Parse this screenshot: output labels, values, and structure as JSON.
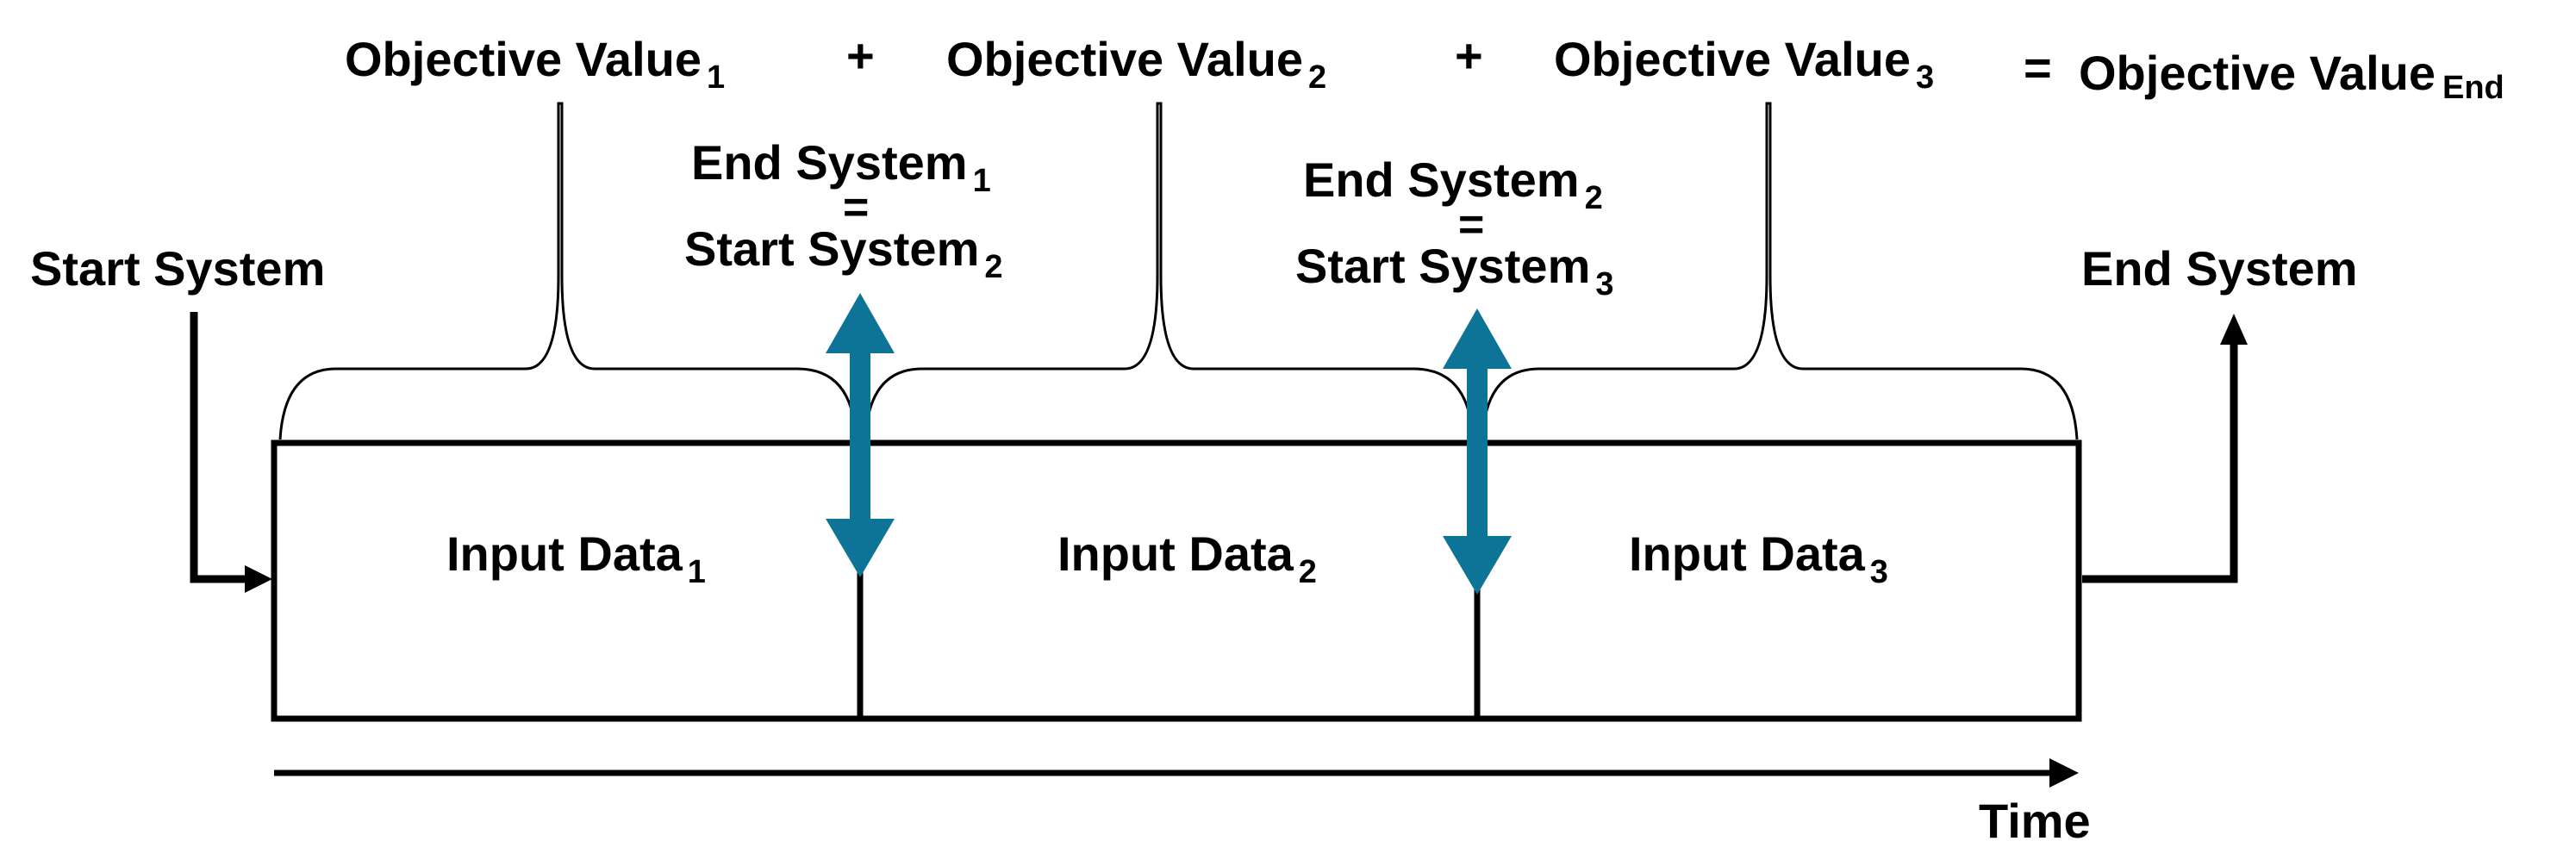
{
  "objective": {
    "term_1": {
      "text": "Objective Value",
      "sub": "1"
    },
    "plus_1": "+",
    "term_2": {
      "text": "Objective Value",
      "sub": "2"
    },
    "plus_2": "+",
    "term_3": {
      "text": "Objective Value",
      "sub": "3"
    },
    "equals": "=",
    "result": {
      "text": "Objective Value",
      "sub": "End"
    }
  },
  "start_system": "Start System",
  "end_system": "End System",
  "boundary_1": {
    "top": {
      "text": "End System",
      "sub": "1"
    },
    "equals": "=",
    "bottom": {
      "text": "Start System",
      "sub": "2"
    }
  },
  "boundary_2": {
    "top": {
      "text": "End System",
      "sub": "2"
    },
    "equals": "=",
    "bottom": {
      "text": "Start System",
      "sub": "3"
    }
  },
  "segments": [
    {
      "text": "Input Data",
      "sub": "1"
    },
    {
      "text": "Input Data",
      "sub": "2"
    },
    {
      "text": "Input Data",
      "sub": "3"
    }
  ],
  "time_label": "Time",
  "colors": {
    "line": "#000000",
    "exchange_arrow": "#0e7497",
    "background": "#ffffff"
  }
}
